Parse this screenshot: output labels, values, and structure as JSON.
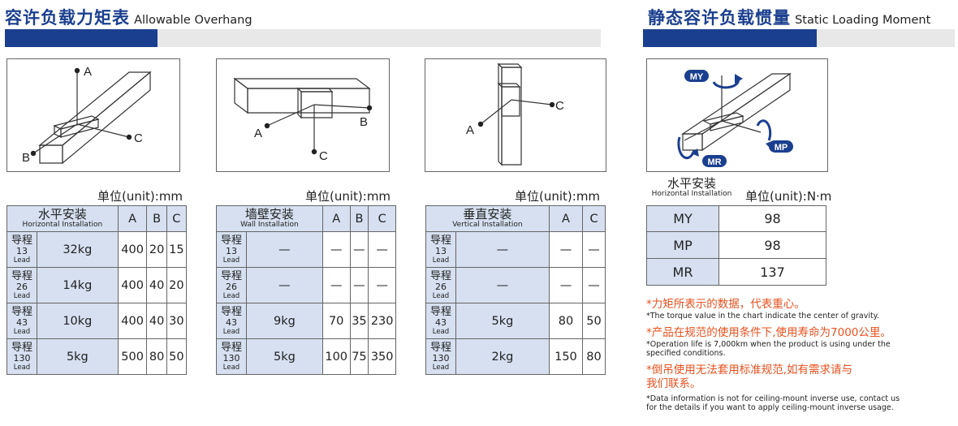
{
  "left_header": {
    "title_cn": "容许负载力矩表",
    "title_en": "Allowable Overhang"
  },
  "right_header": {
    "title_cn": "静态容许负载惯量",
    "title_en": "Static Loading Moment"
  },
  "diagram_labels": {
    "a": "A",
    "b": "B",
    "c": "C"
  },
  "moment_labels": {
    "my": "MY",
    "mp": "MP",
    "mr": "MR"
  },
  "unit_mm": "单位(unit):mm",
  "tables": [
    {
      "install_cn": "水平安装",
      "install_en": "Horizontal Installation",
      "columns": [
        "A",
        "B",
        "C"
      ],
      "rows": [
        {
          "lead_cn": "导程",
          "lead_num": "13",
          "lead_en": "Lead",
          "load": "32kg",
          "values": [
            "400",
            "20",
            "15"
          ]
        },
        {
          "lead_cn": "导程",
          "lead_num": "26",
          "lead_en": "Lead",
          "load": "14kg",
          "values": [
            "400",
            "40",
            "20"
          ]
        },
        {
          "lead_cn": "导程",
          "lead_num": "43",
          "lead_en": "Lead",
          "load": "10kg",
          "values": [
            "400",
            "40",
            "30"
          ]
        },
        {
          "lead_cn": "导程",
          "lead_num": "130",
          "lead_en": "Lead",
          "load": "5kg",
          "values": [
            "500",
            "80",
            "50"
          ]
        }
      ]
    },
    {
      "install_cn": "墙壁安装",
      "install_en": "Wall Installation",
      "columns": [
        "A",
        "B",
        "C"
      ],
      "rows": [
        {
          "lead_cn": "导程",
          "lead_num": "13",
          "lead_en": "Lead",
          "load": "—",
          "values": [
            "—",
            "—",
            "—"
          ]
        },
        {
          "lead_cn": "导程",
          "lead_num": "26",
          "lead_en": "Lead",
          "load": "—",
          "values": [
            "—",
            "—",
            "—"
          ]
        },
        {
          "lead_cn": "导程",
          "lead_num": "43",
          "lead_en": "Lead",
          "load": "9kg",
          "values": [
            "70",
            "35",
            "230"
          ]
        },
        {
          "lead_cn": "导程",
          "lead_num": "130",
          "lead_en": "Lead",
          "load": "5kg",
          "values": [
            "100",
            "75",
            "350"
          ]
        }
      ]
    },
    {
      "install_cn": "垂直安装",
      "install_en": "Vertical Installation",
      "columns": [
        "A",
        "C"
      ],
      "rows": [
        {
          "lead_cn": "导程",
          "lead_num": "13",
          "lead_en": "Lead",
          "load": "—",
          "values": [
            "—",
            "—"
          ]
        },
        {
          "lead_cn": "导程",
          "lead_num": "26",
          "lead_en": "Lead",
          "load": "—",
          "values": [
            "—",
            "—"
          ]
        },
        {
          "lead_cn": "导程",
          "lead_num": "43",
          "lead_en": "Lead",
          "load": "5kg",
          "values": [
            "80",
            "50"
          ]
        },
        {
          "lead_cn": "导程",
          "lead_num": "130",
          "lead_en": "Lead",
          "load": "2kg",
          "values": [
            "150",
            "80"
          ]
        }
      ]
    }
  ],
  "moment_table": {
    "install_cn": "水平安装",
    "install_en": "Horizontal Installation",
    "unit": "单位(unit):N·m",
    "rows": [
      {
        "key": "MY",
        "value": "98"
      },
      {
        "key": "MP",
        "value": "98"
      },
      {
        "key": "MR",
        "value": "137"
      }
    ]
  },
  "notes": [
    {
      "cn": "*力矩所表示的数据，代表重心。",
      "en": [
        "*The torque value in the chart indicate the center of gravity."
      ]
    },
    {
      "cn": "*产品在规范的使用条件下,使用寿命为7000公里。",
      "en": [
        "*Operation life is 7,000km when the product is using under the",
        " specified conditions."
      ]
    },
    {
      "cn": "*倒吊使用无法套用标准规范,如有需求请与",
      "cn2": " 我们联系。",
      "en": [
        "*Data information is not for ceiling-mount inverse use, contact us",
        " for the details if you want to apply ceiling-mount inverse usage."
      ]
    }
  ],
  "colors": {
    "brand_blue": "#1b3f8f",
    "header_fill": "#d6e0f0",
    "note_orange": "#e8501e",
    "bar_grey": "#e8e8e8"
  }
}
